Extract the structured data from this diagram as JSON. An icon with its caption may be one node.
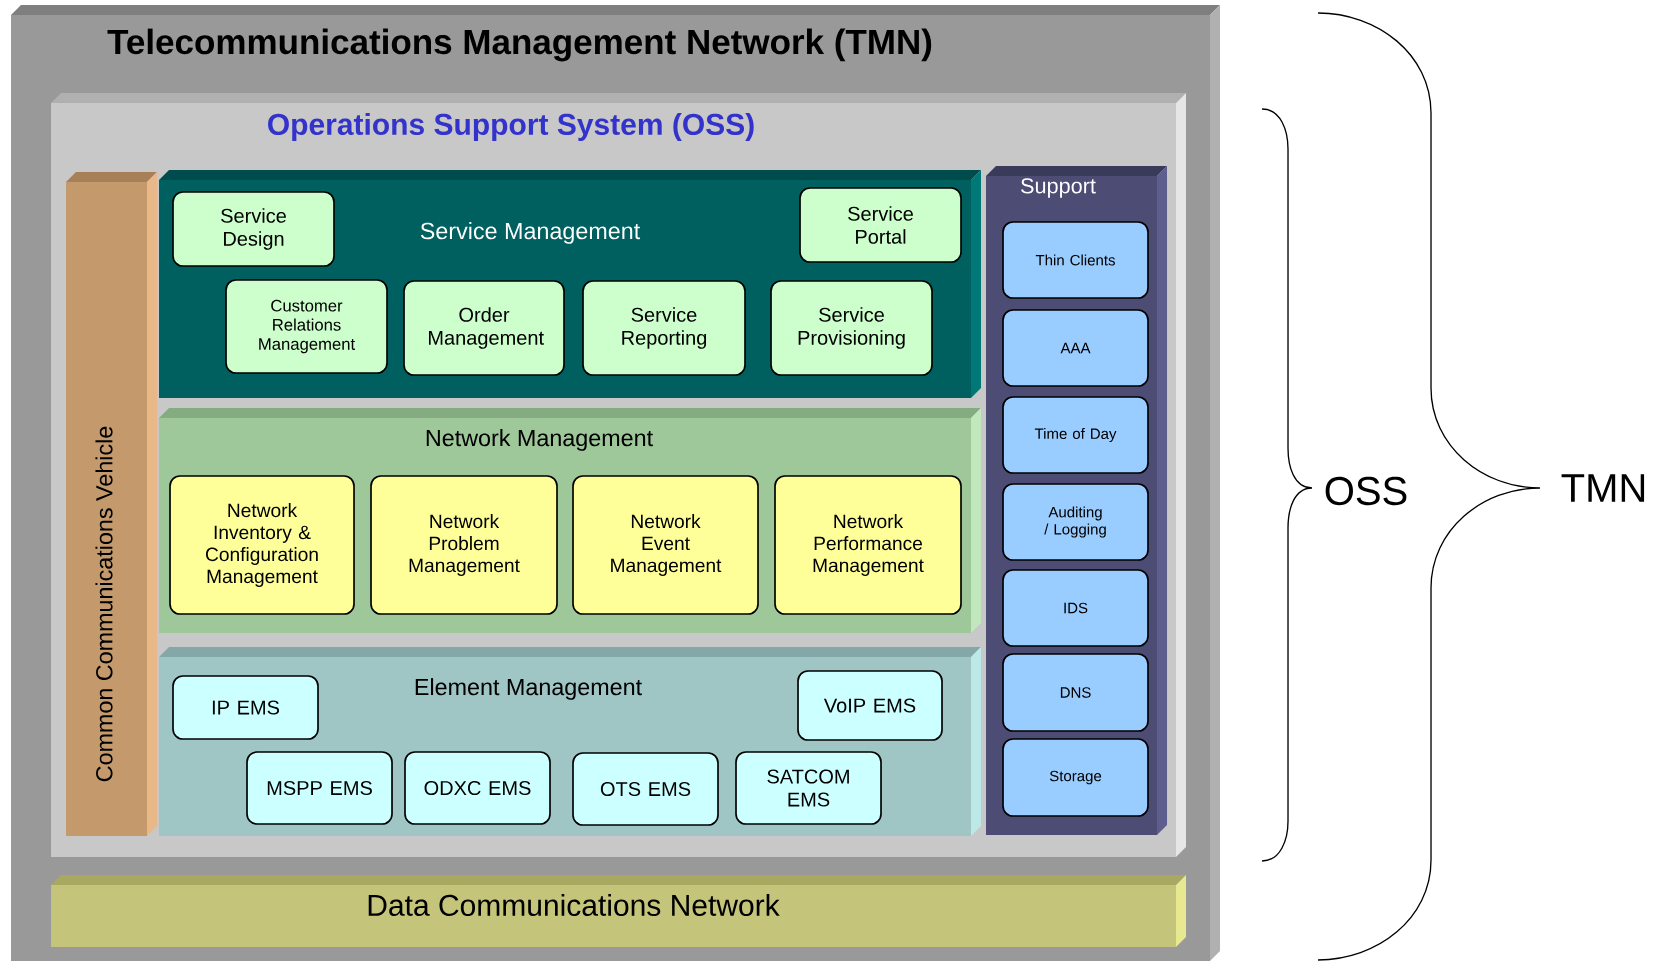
{
  "diagram": {
    "nodes": [
      {
        "text": [
          "Telecommunications Management Network (TMN)"
        ]
      },
      {
        "text": [
          "Operations Support System (OSS)"
        ],
        "in": 0
      },
      {
        "text": [
          "Common Communications Vehicle"
        ],
        "in": 1
      },
      {
        "text": [
          "Service Management"
        ],
        "in": 1
      },
      {
        "text": [
          "Service Design"
        ],
        "in": 3
      },
      {
        "text": [
          "Service Portal"
        ],
        "in": 3
      },
      {
        "text": [
          "Customer Relations Management"
        ],
        "in": 3
      },
      {
        "text": [
          "Order Management"
        ],
        "in": 3
      },
      {
        "text": [
          "Service Reporting"
        ],
        "in": 3
      },
      {
        "text": [
          "Service Provisioning"
        ],
        "in": 3
      },
      {
        "text": [
          "Network Management"
        ],
        "in": 1
      },
      {
        "text": [
          "Network Inventory & Configuration Management"
        ],
        "in": 10
      },
      {
        "text": [
          "Network Problem Management"
        ],
        "in": 10
      },
      {
        "text": [
          "Network Event Management"
        ],
        "in": 10
      },
      {
        "text": [
          "Network Performance Management"
        ],
        "in": 10
      },
      {
        "text": [
          "Element Management"
        ],
        "in": 1
      },
      {
        "text": [
          "IP EMS"
        ],
        "in": 15
      },
      {
        "text": [
          "VoIP EMS"
        ],
        "in": 15
      },
      {
        "text": [
          "MSPP EMS"
        ],
        "in": 15
      },
      {
        "text": [
          "ODXC EMS"
        ],
        "in": 15
      },
      {
        "text": [
          "OTS EMS"
        ],
        "in": 15
      },
      {
        "text": [
          "SATCOM EMS"
        ],
        "in": 15
      },
      {
        "text": [
          "Support"
        ],
        "in": 1
      },
      {
        "text": [
          "Thin Clients"
        ],
        "in": 22
      },
      {
        "text": [
          "AAA"
        ],
        "in": 22
      },
      {
        "text": [
          "Time of Day"
        ],
        "in": 22
      },
      {
        "text": [
          "Auditing / Logging"
        ],
        "in": 22
      },
      {
        "text": [
          "IDS"
        ],
        "in": 22
      },
      {
        "text": [
          "DNS"
        ],
        "in": 22
      },
      {
        "text": [
          "Storage"
        ],
        "in": 22
      },
      {
        "text": [
          "Data Communications Network"
        ],
        "in": 0
      }
    ],
    "labels": [
      "OSS",
      "TMN"
    ]
  }
}
